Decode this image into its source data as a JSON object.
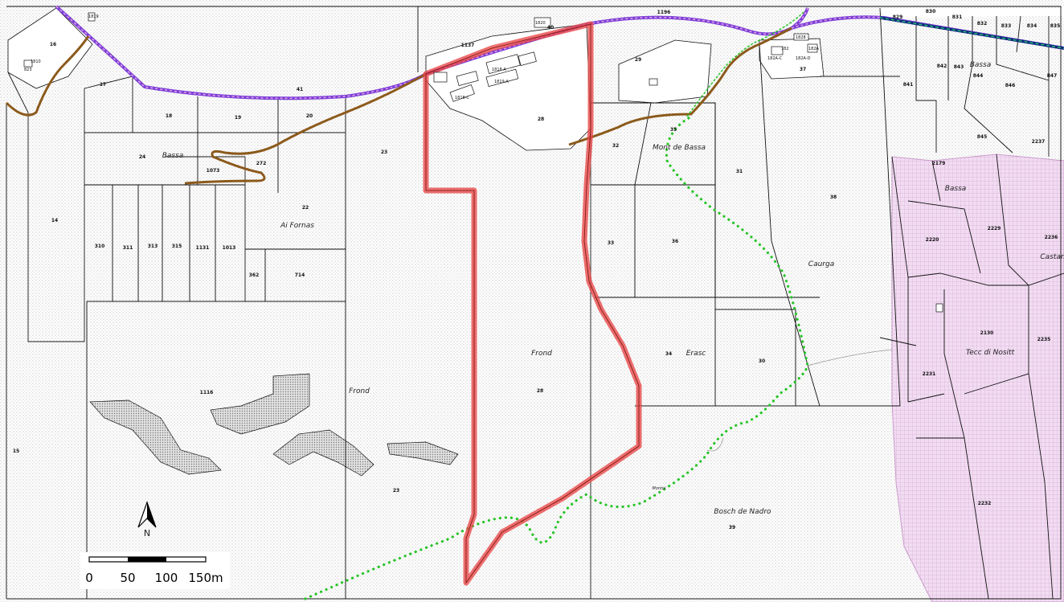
{
  "map": {
    "place_names": {
      "bassa_west": "Bassa",
      "ai_fornas": "Ai Fornas",
      "frond_west": "Frond",
      "frond_center": "Frond",
      "mont_de_bassa": "Mont de Bassa",
      "erasc": "Erasc",
      "caurga": "Caurga",
      "bassa_east": "Bassa",
      "bassa_pink": "Bassa",
      "castan": "Castan",
      "tecc_di_nositt": "Tecc di Nositt",
      "bosch_de_nadro": "Bosch de Nadro",
      "montoi": "Montoi"
    },
    "parcels": {
      "p16": "16",
      "p17": "17",
      "p18": "18",
      "p19": "19",
      "p20": "20",
      "p41": "41",
      "p24": "24",
      "p1073": "1073",
      "p272": "272",
      "p22": "22",
      "p23a": "23",
      "p23b": "23",
      "p14": "14",
      "p15": "15",
      "p310": "310",
      "p311": "311",
      "p313": "313",
      "p315": "315",
      "p1131": "1131",
      "p1013": "1013",
      "p362": "362",
      "p714": "714",
      "p1116": "1116",
      "p1137": "1137",
      "p40": "40",
      "p28a": "28",
      "p28b": "28",
      "p1196": "1196",
      "p29": "29",
      "p32": "32",
      "p33": "33",
      "p36": "36",
      "p34": "34",
      "p35": "35",
      "p31": "31",
      "p30": "30",
      "p38": "38",
      "p37": "37",
      "p39": "39",
      "p829": "829",
      "p830": "830",
      "p831": "831",
      "p832": "832",
      "p833": "833",
      "p834": "834",
      "p835": "835",
      "p841": "841",
      "p842": "842",
      "p843": "843",
      "p844": "844",
      "p846": "846",
      "p847": "847",
      "p845": "845",
      "p2237": "2237",
      "p2179": "2179",
      "p2220": "2220",
      "p2229": "2229",
      "p2236": "2236",
      "p2130": "2130",
      "p2235": "2235",
      "p2231": "2231",
      "p2232": "2232"
    },
    "buildings": {
      "b1810": "1810",
      "b823": "823",
      "b1819": "1819",
      "b1818a": "1818-A",
      "b1819a": "1819-A",
      "b1818c": "1818-C",
      "b1820": "1820",
      "b182a": "182A",
      "b182": "182",
      "b182ac": "182A-C",
      "b182ad": "182A-D",
      "b1828": "1828"
    },
    "north_arrow": "N",
    "scale_bar": {
      "labels": [
        "0",
        "50",
        "100",
        "150m"
      ]
    },
    "colors": {
      "site_boundary": "#e84a4a",
      "trail_green": "#27c427",
      "road_purple": "#7b3fd6",
      "path_brown": "#8c5a1c",
      "zone_pink": "#e8c6e8",
      "rock_area": "#bdbdbd"
    }
  }
}
